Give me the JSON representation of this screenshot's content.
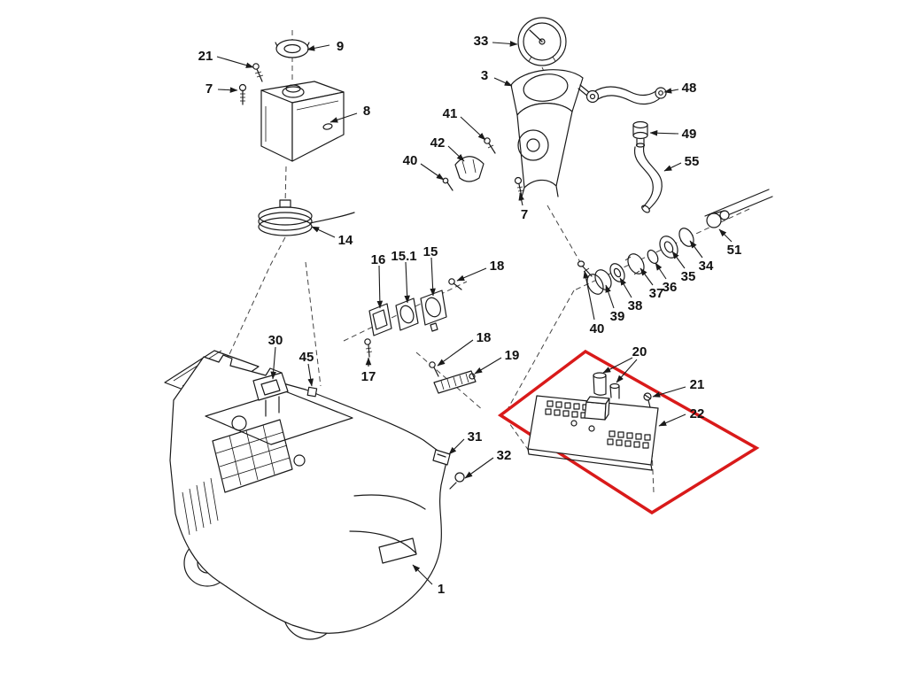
{
  "diagram": {
    "type": "exploded-parts-diagram",
    "description": "Black and white technical exploded view of a machine (pressure washer style) with numbered part callouts; a circuit board sub-assembly is outlined with a red box",
    "background_color": "#ffffff",
    "line_color": "#1a1a1a",
    "highlight": {
      "color": "#d91a1a",
      "shape": "rotated-rectangle",
      "enclosed_parts": [
        "20",
        "21",
        "22"
      ]
    }
  },
  "labels": {
    "p9": "9",
    "p21a": "21",
    "p7a": "7",
    "p8": "8",
    "p14": "14",
    "p33": "33",
    "p3": "3",
    "p41": "41",
    "p42": "42",
    "p40a": "40",
    "p7b": "7",
    "p48": "48",
    "p49": "49",
    "p55": "55",
    "p51": "51",
    "p34": "34",
    "p35": "35",
    "p36": "36",
    "p37": "37",
    "p38": "38",
    "p39": "39",
    "p40b": "40",
    "p16": "16",
    "p15_1": "15.1",
    "p15": "15",
    "p18a": "18",
    "p17": "17",
    "p18b": "18",
    "p19": "19",
    "p30": "30",
    "p45": "45",
    "p31": "31",
    "p32": "32",
    "p1": "1",
    "p20": "20",
    "p21b": "21",
    "p22": "22"
  }
}
